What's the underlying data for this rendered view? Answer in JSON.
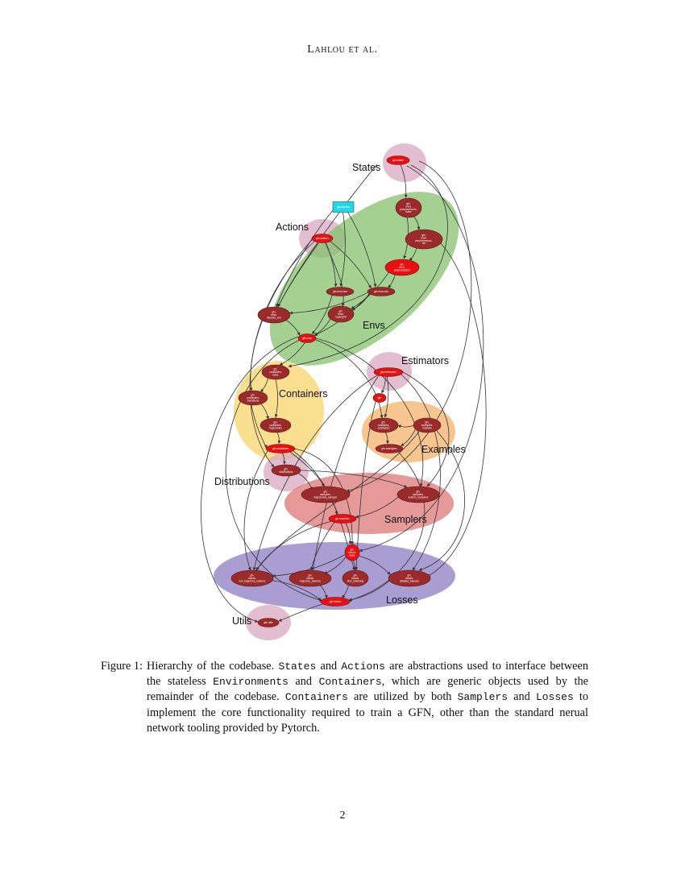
{
  "header": {
    "running_head": "Lahlou et al."
  },
  "figure": {
    "groups": [
      {
        "id": "states",
        "label": "States",
        "color": "#d9a8c0"
      },
      {
        "id": "actions",
        "label": "Actions",
        "color": "#d9a8c0"
      },
      {
        "id": "envs",
        "label": "Envs",
        "color": "#86c26c"
      },
      {
        "id": "estimators",
        "label": "Estimators",
        "color": "#d9a8c0"
      },
      {
        "id": "containers",
        "label": "Containers",
        "color": "#f9d46c"
      },
      {
        "id": "examples",
        "label": "Examples",
        "color": "#f3b26b"
      },
      {
        "id": "distributions",
        "label": "Distributions",
        "color": "#d9a8c0"
      },
      {
        "id": "samplers",
        "label": "Samplers",
        "color": "#dc7777"
      },
      {
        "id": "losses",
        "label": "Losses",
        "color": "#8e7cc3"
      },
      {
        "id": "utils",
        "label": "Utils",
        "color": "#d9a8c0"
      }
    ],
    "nodes": [
      {
        "id": "states",
        "lines": [
          "gfn.states"
        ],
        "kind": "leaf"
      },
      {
        "id": "gymnasium",
        "lines": [
          "gymnasium"
        ],
        "kind": "external"
      },
      {
        "id": "prep_base",
        "lines": [
          "gfn.",
          "envs.",
          "preprocessors.",
          "base"
        ],
        "kind": "inner"
      },
      {
        "id": "prep_hot",
        "lines": [
          "gfn.",
          "envs.",
          "preprocessors.",
          "hot"
        ],
        "kind": "inner"
      },
      {
        "id": "prep",
        "lines": [
          "gfn.",
          "envs.",
          "preprocessors"
        ],
        "kind": "leaf"
      },
      {
        "id": "actions",
        "lines": [
          "gfn.actions"
        ],
        "kind": "leaf"
      },
      {
        "id": "box",
        "lines": [
          "gfn.envs.box"
        ],
        "kind": "inner"
      },
      {
        "id": "env",
        "lines": [
          "gfn.envs.env"
        ],
        "kind": "inner"
      },
      {
        "id": "discrete",
        "lines": [
          "gfn.",
          "envs.",
          "discrete_env"
        ],
        "kind": "inner"
      },
      {
        "id": "hypergrid",
        "lines": [
          "gfn.",
          "envs.",
          "hypergrid"
        ],
        "kind": "inner"
      },
      {
        "id": "envs",
        "lines": [
          "gfn.envs"
        ],
        "kind": "leaf"
      },
      {
        "id": "estimators",
        "lines": [
          "gfn.estimators"
        ],
        "kind": "leaf"
      },
      {
        "id": "cont_base",
        "lines": [
          "gfn.",
          "containers.",
          "base"
        ],
        "kind": "inner"
      },
      {
        "id": "gfn",
        "lines": [
          "gfn"
        ],
        "kind": "leaf"
      },
      {
        "id": "cont_trans",
        "lines": [
          "gfn.",
          "containers.",
          "transitions"
        ],
        "kind": "inner"
      },
      {
        "id": "cont_traj",
        "lines": [
          "gfn.",
          "containers.",
          "trajectories"
        ],
        "kind": "inner"
      },
      {
        "id": "ex_est",
        "lines": [
          "gfn.",
          "examples.",
          "estimators"
        ],
        "kind": "inner"
      },
      {
        "id": "ex_mod",
        "lines": [
          "gfn.",
          "examples.",
          "modules"
        ],
        "kind": "inner"
      },
      {
        "id": "containers",
        "lines": [
          "gfn.containers"
        ],
        "kind": "leaf"
      },
      {
        "id": "examples",
        "lines": [
          "gfn.examples"
        ],
        "kind": "inner"
      },
      {
        "id": "distributions",
        "lines": [
          "gfn.",
          "distributions"
        ],
        "kind": "inner"
      },
      {
        "id": "samp_traj",
        "lines": [
          "gfn.",
          "samplers.",
          "trajectories_sampler"
        ],
        "kind": "inner"
      },
      {
        "id": "samp_act",
        "lines": [
          "gfn.",
          "samplers.",
          "actions_samplers"
        ],
        "kind": "inner"
      },
      {
        "id": "samplers",
        "lines": [
          "gfn.samplers"
        ],
        "kind": "leaf"
      },
      {
        "id": "loss_base",
        "lines": [
          "gfn.",
          "losses.",
          "base"
        ],
        "kind": "leaf"
      },
      {
        "id": "subtb",
        "lines": [
          "gfn.",
          "losses.",
          "sub_trajectory_balance"
        ],
        "kind": "inner"
      },
      {
        "id": "tb",
        "lines": [
          "gfn.",
          "losses.",
          "trajectory_balance"
        ],
        "kind": "inner"
      },
      {
        "id": "fm",
        "lines": [
          "gfn.",
          "losses.",
          "flow_matching"
        ],
        "kind": "inner"
      },
      {
        "id": "db",
        "lines": [
          "gfn.",
          "losses.",
          "detailed_balance"
        ],
        "kind": "inner"
      },
      {
        "id": "losses",
        "lines": [
          "gfn.losses"
        ],
        "kind": "leaf"
      },
      {
        "id": "utils",
        "lines": [
          "gfn.utils"
        ],
        "kind": "inner"
      }
    ],
    "colors": {
      "leaf": "#e81010",
      "inner": "#9b2a2a",
      "external": "#22d7e8",
      "edge": "#333333"
    }
  },
  "caption": {
    "label": "Figure 1:",
    "parts": [
      {
        "t": "Hierarchy of the codebase. "
      },
      {
        "t": "States",
        "code": true
      },
      {
        "t": " and "
      },
      {
        "t": "Actions",
        "code": true
      },
      {
        "t": " are abstractions used to interface between the stateless "
      },
      {
        "t": "Environments",
        "code": true
      },
      {
        "t": " and "
      },
      {
        "t": "Containers",
        "code": true
      },
      {
        "t": ", which are generic objects used by the remainder of the codebase. "
      },
      {
        "t": "Containers",
        "code": true
      },
      {
        "t": " are utilized by both "
      },
      {
        "t": "Samplers",
        "code": true
      },
      {
        "t": " and "
      },
      {
        "t": "Losses",
        "code": true
      },
      {
        "t": " to implement the core functionality required to train a GFN, other than the standard nerual network tooling provided by Pytorch."
      }
    ]
  },
  "footer": {
    "page_number": "2"
  }
}
